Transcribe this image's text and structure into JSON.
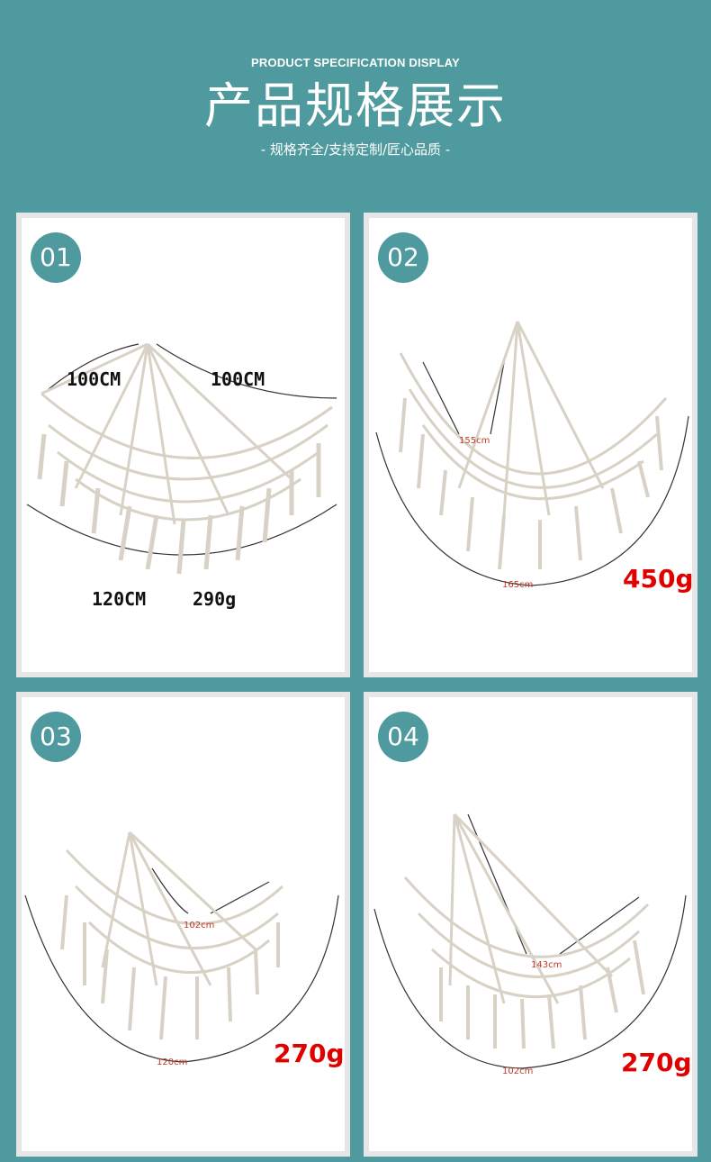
{
  "header": {
    "subtitle_en": "PRODUCT SPECIFICATION DISPLAY",
    "title_cn": "产品规格展示",
    "tagline": "- 规格齐全/支持定制/匠心品质 -"
  },
  "cards": [
    {
      "number": "01",
      "dim_a": "100CM",
      "dim_b": "100CM",
      "dim_c": "120CM",
      "weight": "290g"
    },
    {
      "number": "02",
      "dim_a": "155cm",
      "dim_b": "165cm",
      "weight": "450g"
    },
    {
      "number": "03",
      "dim_a": "102cm",
      "dim_b": "120cm",
      "weight": "270g"
    },
    {
      "number": "04",
      "dim_a": "143cm",
      "dim_b": "102cm",
      "weight": "270g"
    }
  ],
  "colors": {
    "background": "#4f9a9e",
    "card_border": "#e6e6e6",
    "weight_red": "#e00000",
    "rope": "#d8d2c6"
  }
}
